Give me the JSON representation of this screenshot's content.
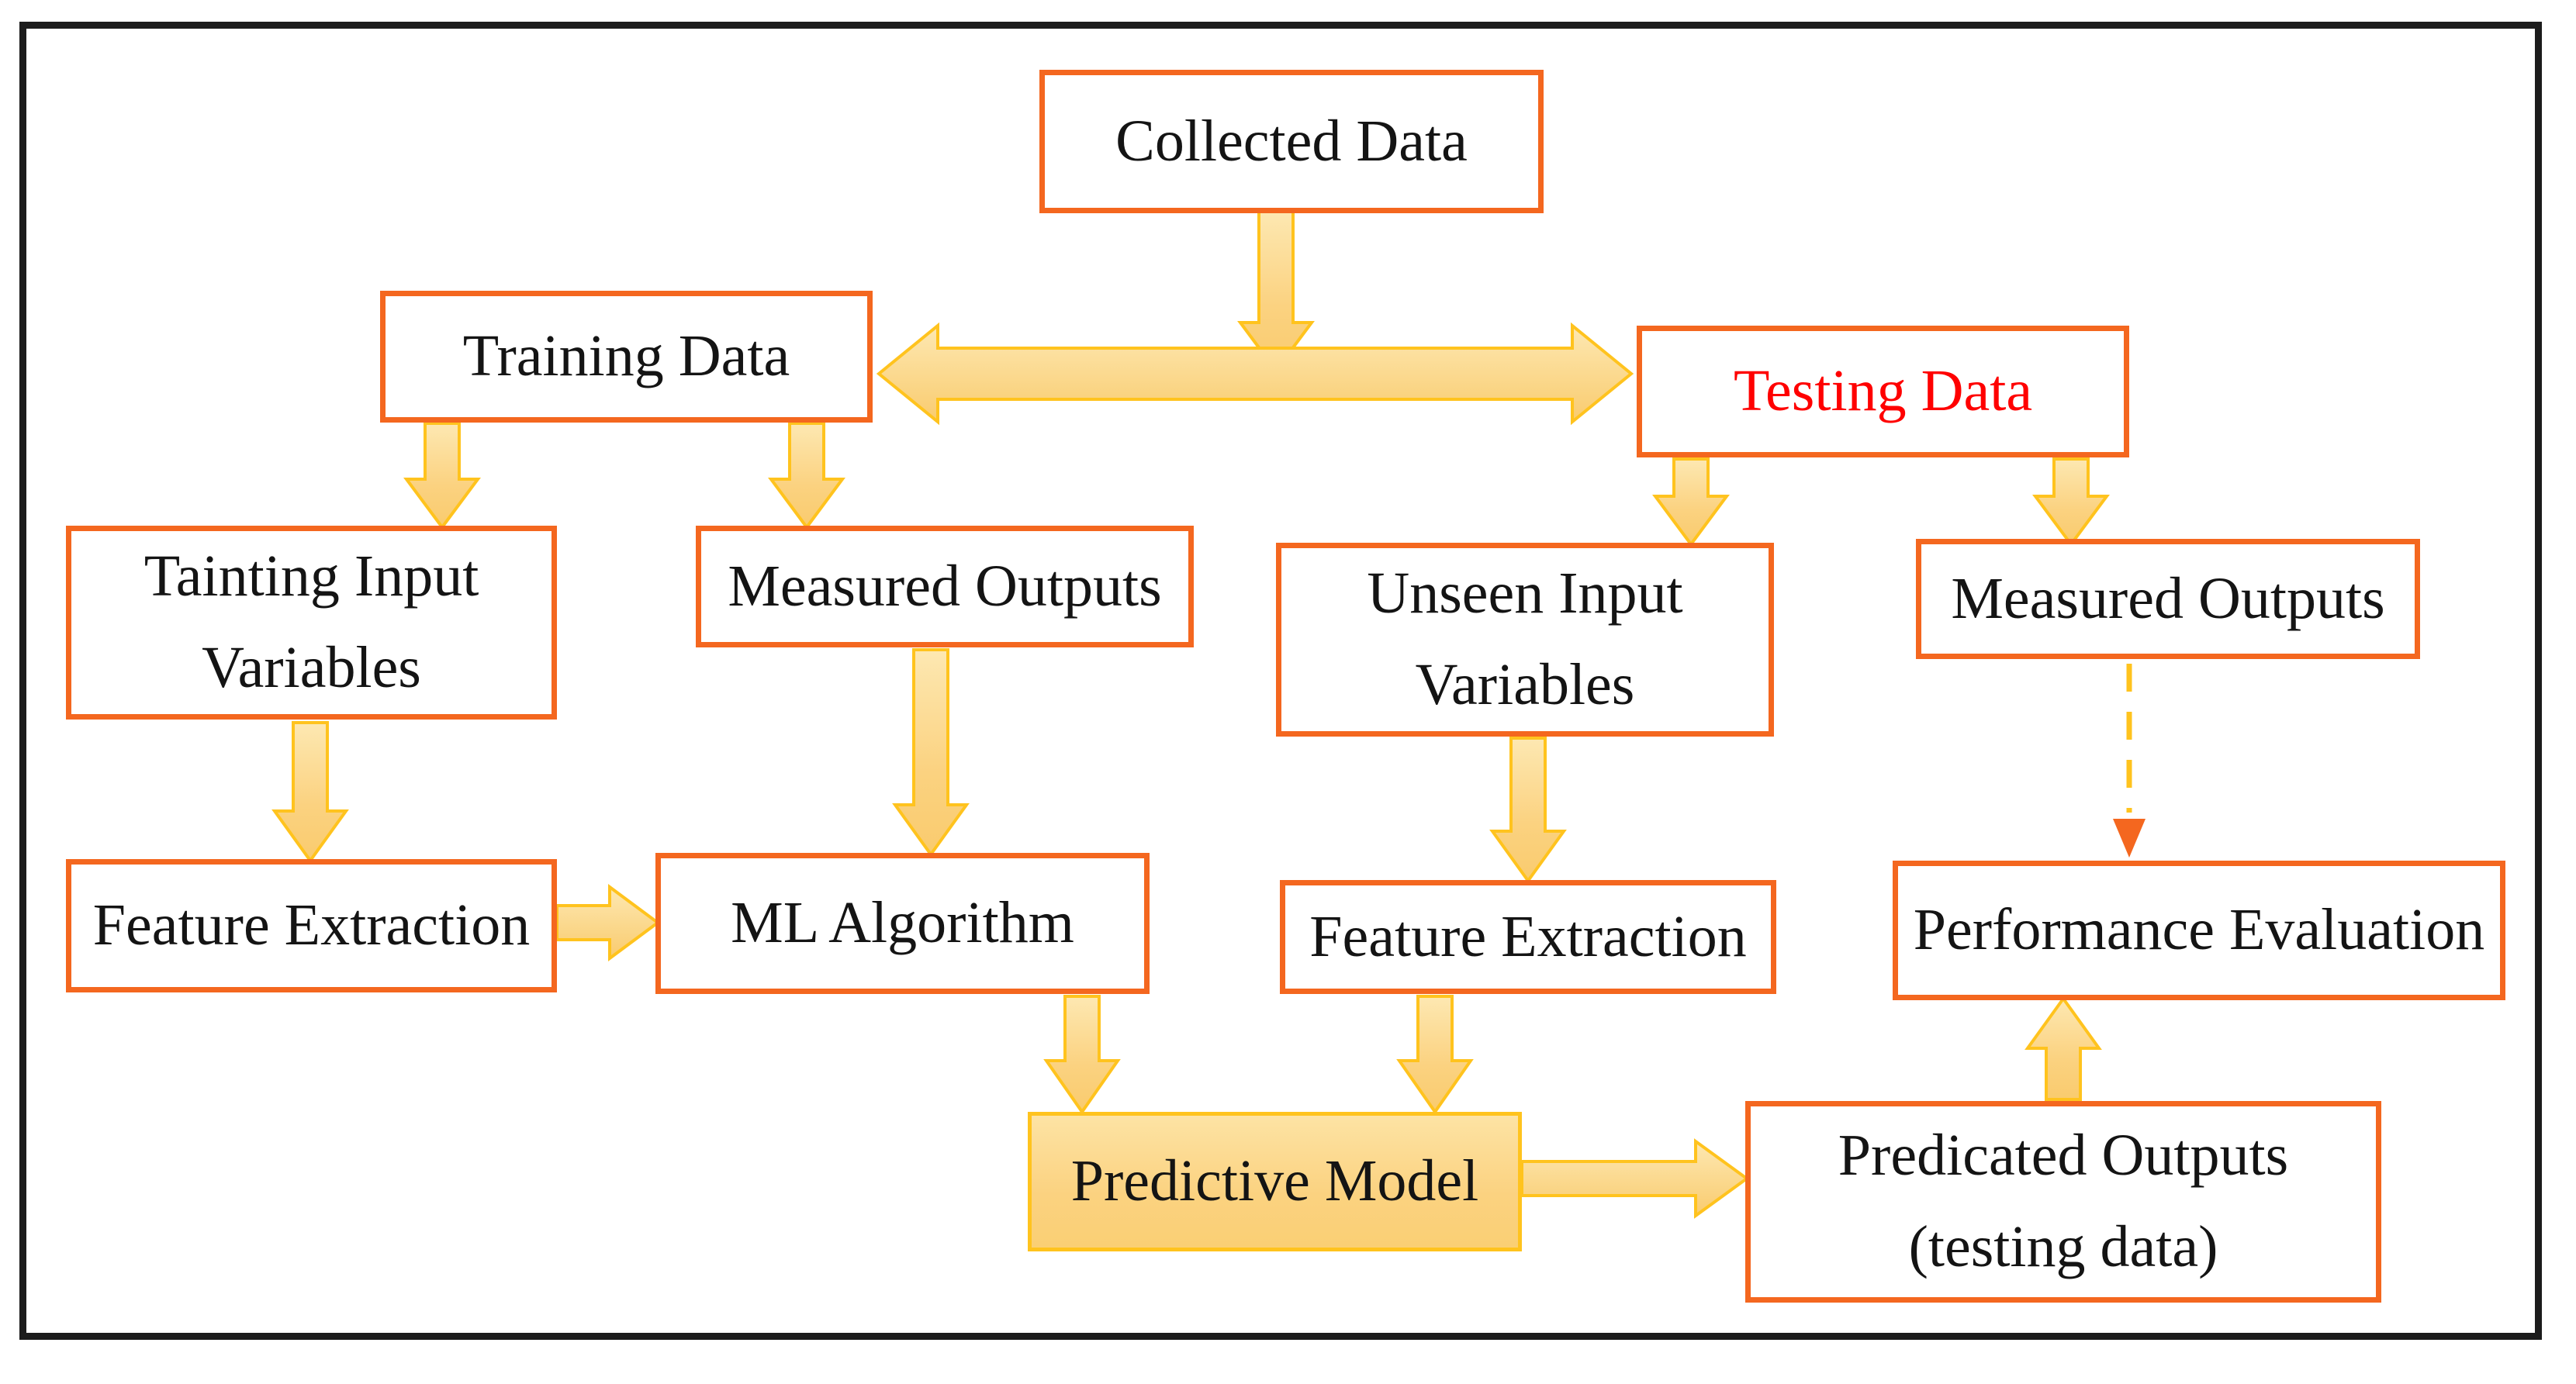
{
  "diagram": {
    "type": "flowchart",
    "description": "Machine learning workflow: collected data split into training and testing paths leading to a predictive model and performance evaluation",
    "colors": {
      "box_border": "#f4671f",
      "box_fill": "#ffffff",
      "arrow_fill": "#fbd280",
      "arrow_border": "#ffc31e",
      "predictive_fill": "#fbd280",
      "predictive_border": "#ffc31e",
      "dashed_arrow_line": "#ffc31e",
      "dashed_arrowhead": "#f4671f",
      "text": "#141414",
      "testing_text": "#ff0000",
      "frame_border": "#1c1c1c"
    },
    "nodes": {
      "collected": {
        "label": "Collected Data"
      },
      "training": {
        "label": "Training Data"
      },
      "testing": {
        "label": "Testing Data"
      },
      "tainting": {
        "label": "Tainting Input\nVariables"
      },
      "measured_train": {
        "label": "Measured Outputs"
      },
      "unseen": {
        "label": "Unseen Input\nVariables"
      },
      "measured_test": {
        "label": "Measured Outputs"
      },
      "feature_train": {
        "label": "Feature Extraction"
      },
      "ml": {
        "label": "ML Algorithm"
      },
      "feature_test": {
        "label": "Feature Extraction"
      },
      "performance": {
        "label": "Performance Evaluation"
      },
      "predictive": {
        "label": "Predictive Model"
      },
      "predicated": {
        "label": "Predicated Outputs\n(testing data)"
      }
    },
    "edges": [
      {
        "from": "Collected Data",
        "to": "Training Data / Testing Data split",
        "style": "block-arrow"
      },
      {
        "from": "split",
        "to": "Training Data",
        "style": "block-arrow"
      },
      {
        "from": "split",
        "to": "Testing Data",
        "style": "block-arrow"
      },
      {
        "from": "Training Data",
        "to": "Tainting Input Variables",
        "style": "block-arrow"
      },
      {
        "from": "Training Data",
        "to": "Measured Outputs (training)",
        "style": "block-arrow"
      },
      {
        "from": "Tainting Input Variables",
        "to": "Feature Extraction (training)",
        "style": "block-arrow"
      },
      {
        "from": "Feature Extraction (training)",
        "to": "ML Algorithm",
        "style": "block-arrow"
      },
      {
        "from": "Measured Outputs (training)",
        "to": "ML Algorithm",
        "style": "block-arrow"
      },
      {
        "from": "ML Algorithm",
        "to": "Predictive Model",
        "style": "block-arrow"
      },
      {
        "from": "Testing Data",
        "to": "Unseen Input Variables",
        "style": "block-arrow"
      },
      {
        "from": "Testing Data",
        "to": "Measured Outputs (testing)",
        "style": "block-arrow"
      },
      {
        "from": "Unseen Input Variables",
        "to": "Feature Extraction (testing)",
        "style": "block-arrow"
      },
      {
        "from": "Feature Extraction (testing)",
        "to": "Predictive Model",
        "style": "block-arrow"
      },
      {
        "from": "Predictive Model",
        "to": "Predicated Outputs (testing data)",
        "style": "block-arrow"
      },
      {
        "from": "Predicated Outputs (testing data)",
        "to": "Performance Evaluation",
        "style": "block-arrow"
      },
      {
        "from": "Measured Outputs (testing)",
        "to": "Performance Evaluation",
        "style": "dashed-arrow"
      }
    ]
  }
}
